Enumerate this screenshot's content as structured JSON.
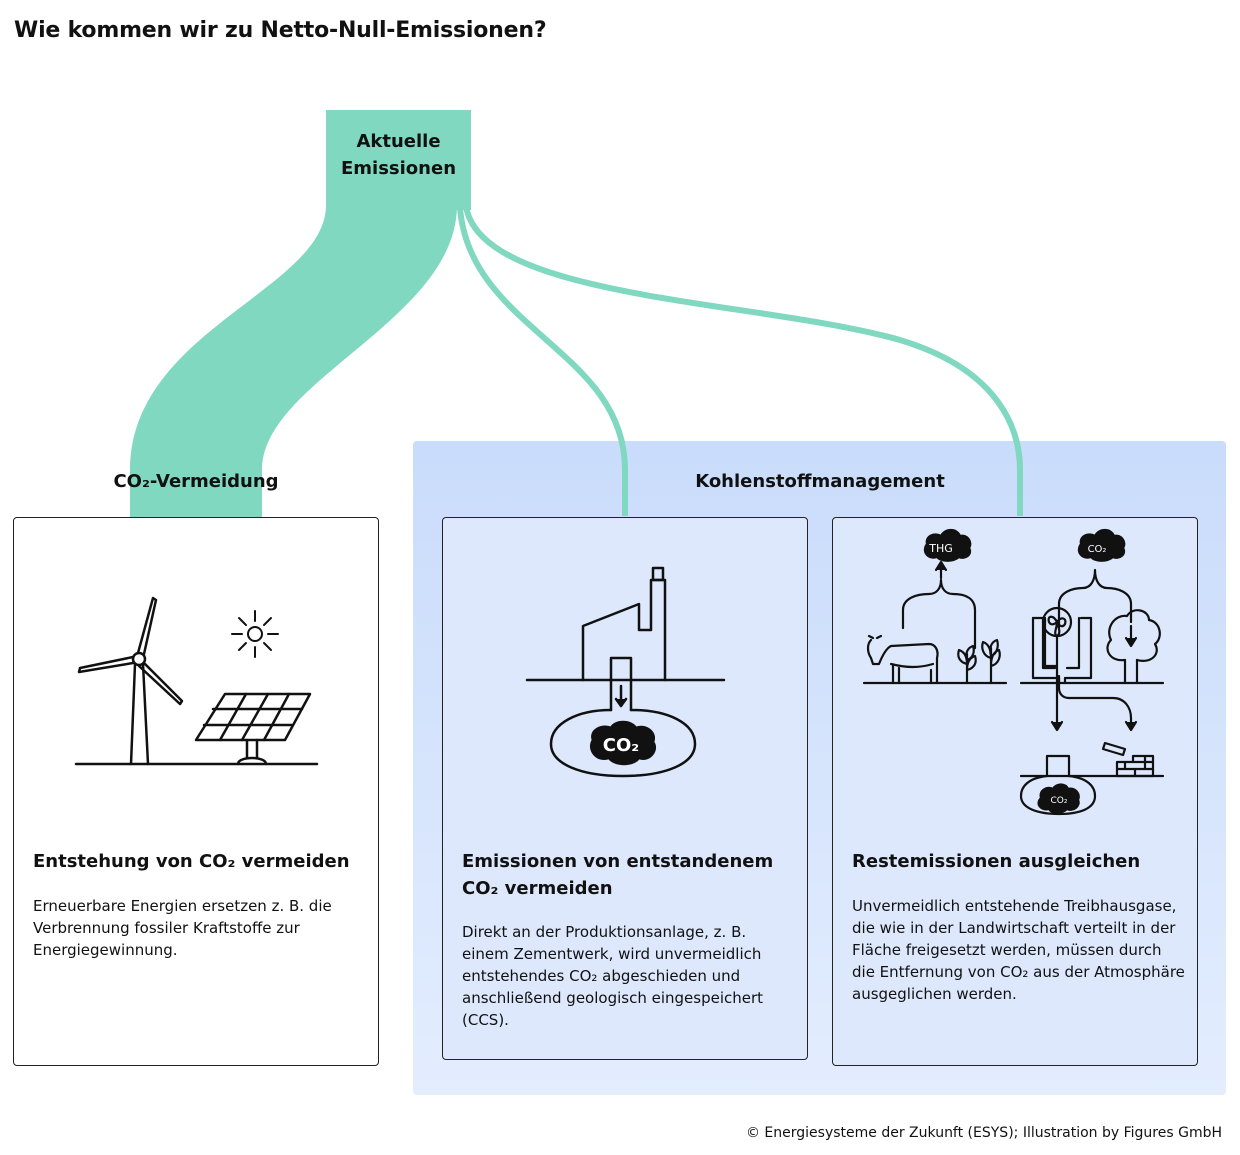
{
  "title": "Wie kommen wir zu Netto-Null-Emissionen?",
  "source": {
    "label": "Aktuelle Emissionen"
  },
  "groups": {
    "co2_vermeidung": "CO₂-Vermeidung",
    "kohlenstoffmanagement": "Kohlenstoffmanagement"
  },
  "cards": [
    {
      "heading": "Entstehung von CO₂ vermeiden",
      "text": "Erneuerbare Energien ersetzen z. B. die Verbrennung fossiler Kraftstoffe zur Energiegewinnung."
    },
    {
      "heading": "Emissionen von entstandenem CO₂ vermeiden",
      "text": "Direkt an der Produktionsanlage, z. B. einem Zementwerk, wird unvermeidlich entstehendes CO₂ abgeschieden und anschließend geologisch eingespeichert (CCS)."
    },
    {
      "heading": "Restemissionen ausgleichen",
      "text": "Unvermeidlich entstehende Treibhausgase, die wie in der Landwirtschaft verteilt in der Fläche freigesetzt werden, müssen durch die Entfernung von CO₂ aus der Atmosphäre ausgeglichen werden."
    }
  ],
  "illustration_labels": {
    "co2_storage": "CO₂",
    "thg": "THG",
    "co2_air": "CO₂",
    "co2_small_storage": "CO₂"
  },
  "icons": [
    "wind-turbine-icon",
    "sun-icon",
    "solar-panel-icon",
    "factory-icon",
    "co2-storage-icon",
    "cow-icon",
    "plants-icon",
    "direct-air-capture-icon",
    "tree-icon",
    "bricks-icon"
  ],
  "colors": {
    "flow": "#7fd8bf",
    "kohlenstoffmanagement_background": "#cfdffc",
    "card_border": "#222222"
  },
  "footer": "© Energiesysteme der Zukunft (ESYS); Illustration by Figures GmbH"
}
